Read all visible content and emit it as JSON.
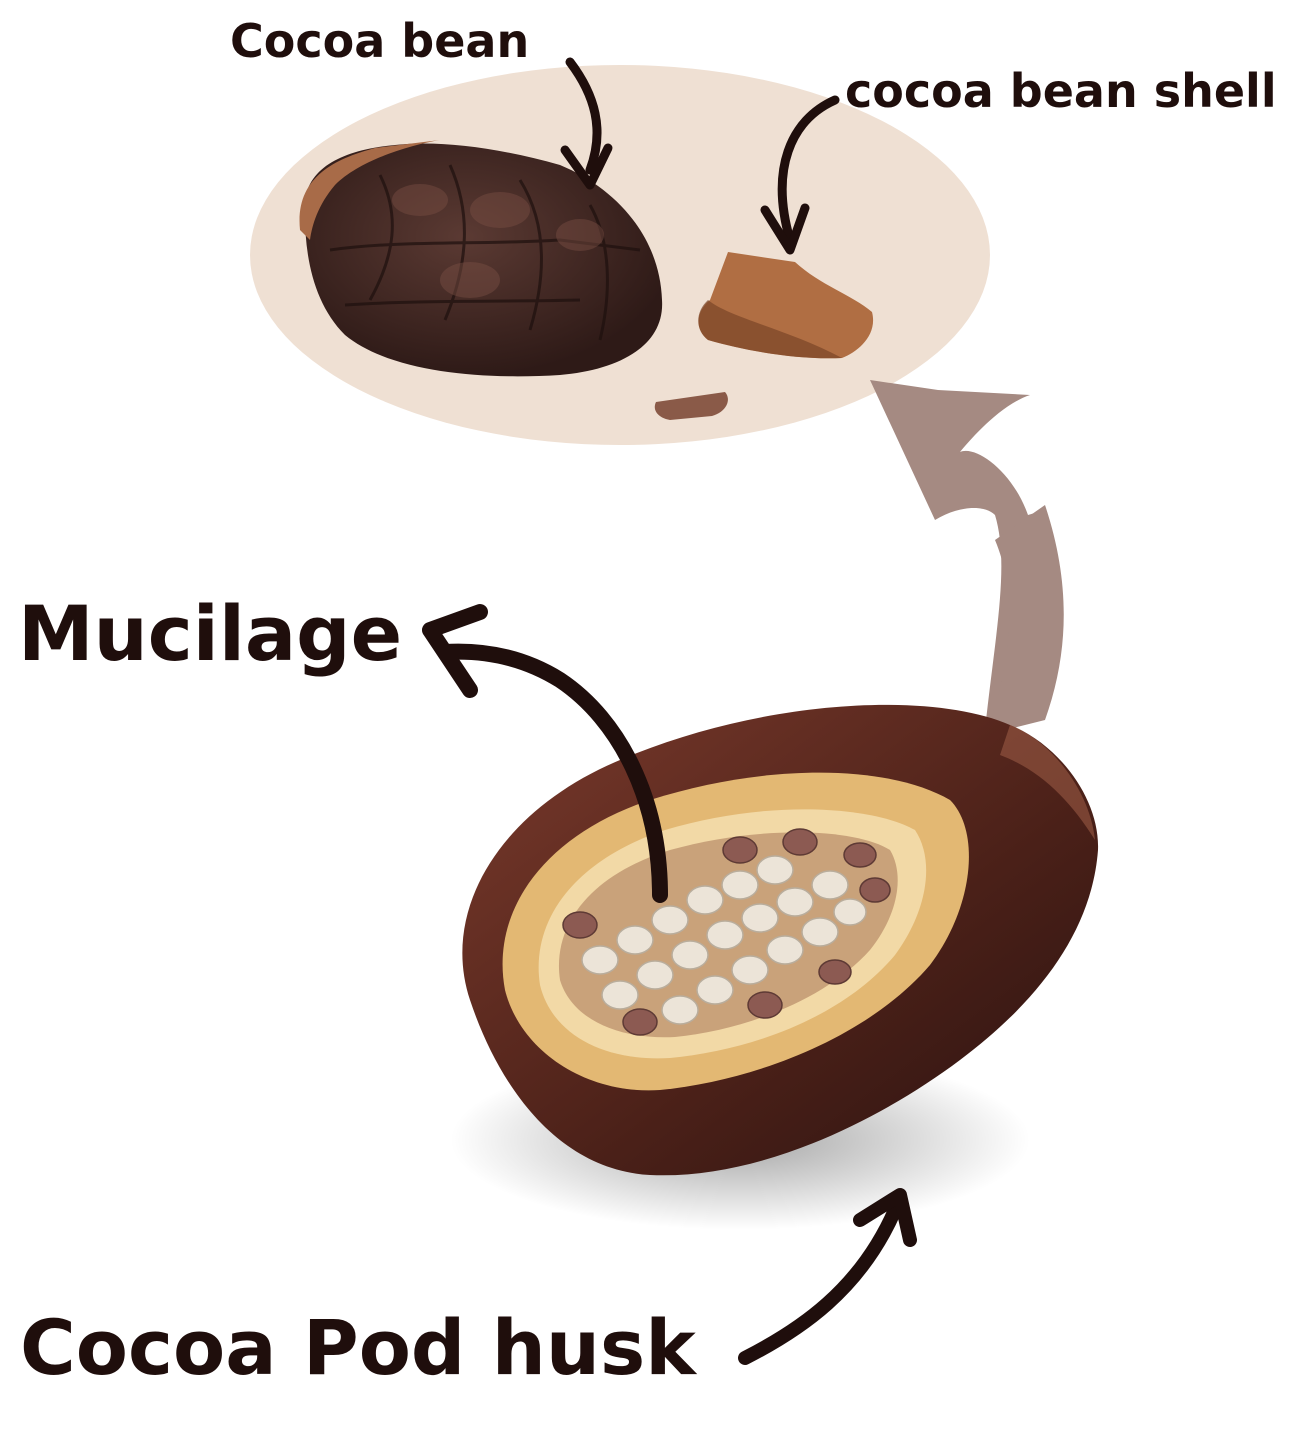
{
  "labels": {
    "cocoa_bean": "Cocoa bean",
    "cocoa_bean_shell": "cocoa bean shell",
    "mucilage": "Mucilage",
    "cocoa_pod_husk": "Cocoa Pod husk"
  },
  "colors": {
    "text": "#1f0e0c",
    "arrow_dark": "#1f0e0c",
    "arrow_light": "#a58a82",
    "ellipse_fill": "#efe0d3",
    "bean_dark": "#3d2420",
    "shell_brown": "#a8673f",
    "pod_husk": "#5a2a20",
    "pod_flesh": "#e3b873",
    "seed_white": "#ece4d8",
    "seed_red": "#8c5a52"
  },
  "icons": {
    "cocoa_bean": "cocoa-bean-illustration",
    "cocoa_bean_shell": "cocoa-shell-fragment-illustration",
    "cocoa_pod": "cocoa-pod-illustration"
  }
}
